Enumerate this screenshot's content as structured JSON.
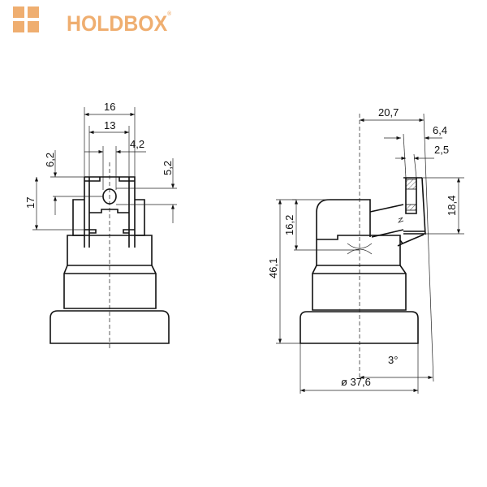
{
  "brand": {
    "name": "HOLDBOX",
    "registered": "®",
    "color": "#efae70"
  },
  "front_view": {
    "dims": {
      "width_outer": "16",
      "width_inner": "13",
      "hole_width": "4,2",
      "hole_offset": "6,2",
      "height": "17",
      "hole_height": "5,2"
    }
  },
  "side_view": {
    "dims": {
      "depth": "20,7",
      "clamp_outer": "6,4",
      "clamp_inner": "2,5",
      "clamp_height": "18,4",
      "elbow_height": "16,2",
      "total_height": "46,1",
      "angle": "3°",
      "diameter": "ø 37,6"
    }
  }
}
